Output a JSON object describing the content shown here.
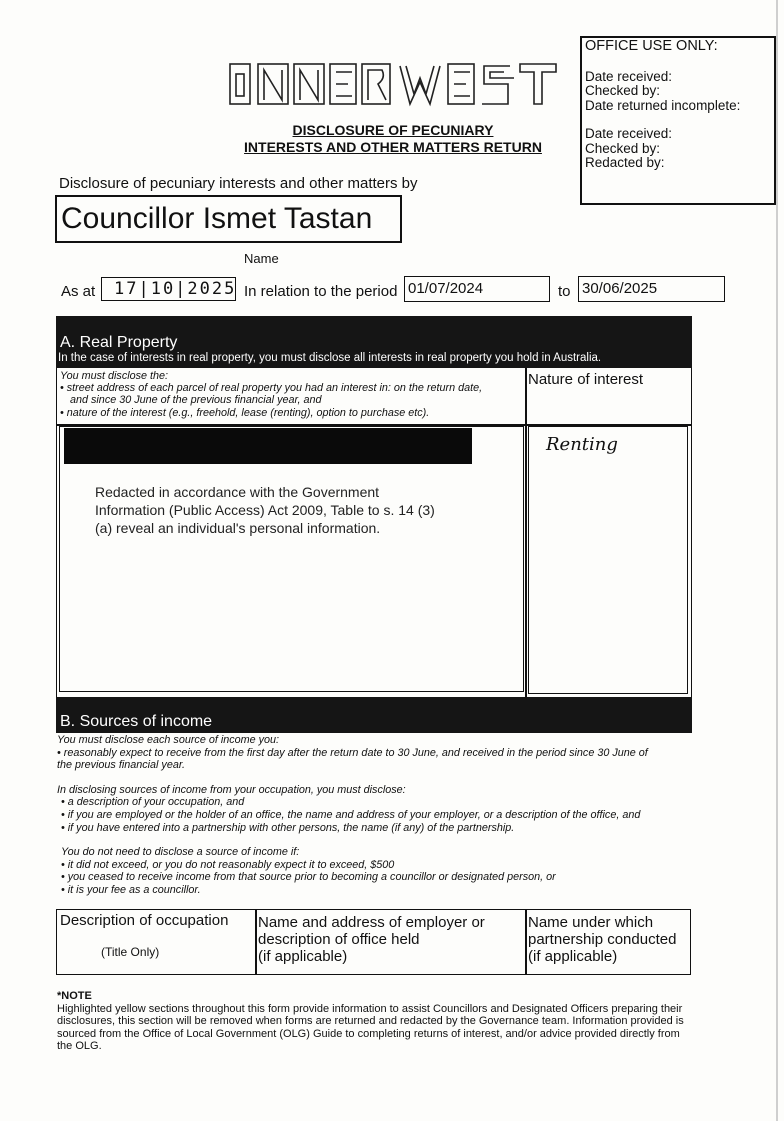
{
  "logo_text": "INNER WEST",
  "form_title_line1": "DISCLOSURE OF PECUNIARY",
  "form_title_line2": "INTERESTS AND OTHER MATTERS RETURN",
  "office": {
    "heading": "OFFICE USE ONLY:",
    "date_received_1": "Date received:",
    "checked_by_1": "Checked by:",
    "date_returned": "Date returned incomplete:",
    "date_received_2": "Date received:",
    "checked_by_2": "Checked by:",
    "redacted_by": "Redacted by:"
  },
  "disclosure_by_label": "Disclosure of pecuniary interests and other matters by",
  "councillor_name": "Councillor Ismet Tastan",
  "name_label": "Name",
  "as_at_label": "As at",
  "as_at_value": "17|10|2025",
  "period_label": "In relation to the period",
  "period_from": "01/07/2024",
  "to_label": "to",
  "period_to": "30/06/2025",
  "section_a": {
    "heading": "A. Real Property",
    "subheading": "In the case of interests in real property, you must disclose all interests in real property you hold in Australia.",
    "instr_1": "You must disclose the:",
    "instr_2": "• street address of each parcel of real property you had an interest in: on the return date,",
    "instr_3": "and since 30 June of the previous financial year, and",
    "instr_4": "• nature of the interest (e.g., freehold, lease (renting), option to purchase etc).",
    "col_nature": "Nature of interest",
    "redaction_note_1": "Redacted in accordance with the Government",
    "redaction_note_2": "Information (Public Access) Act 2009, Table to s. 14 (3)",
    "redaction_note_3": "(a) reveal an individual's personal information.",
    "nature_value": "Renting"
  },
  "section_b": {
    "heading": "B. Sources of income",
    "l1": "You must disclose each source of income you:",
    "l2": "• reasonably expect to receive from the first day after the return date to 30 June, and received in the period since 30 June of",
    "l3": "the previous financial year.",
    "l4": "In disclosing sources of income from your occupation, you must disclose:",
    "l5": "• a description of your occupation, and",
    "l6": "• if you are employed or the holder of an office, the name and address of your employer, or a description of the office, and",
    "l7": "• if you have entered into a partnership with other persons, the name (if any) of the partnership.",
    "l8": "You do not need to disclose a source of income if:",
    "l9": "• it did not exceed, or you do not reasonably expect it to exceed, $500",
    "l10": "• you ceased to receive income from that source prior to becoming a councillor or designated person, or",
    "l11": "• it is your fee as a councillor.",
    "col1": "Description of occupation",
    "col1_sub": "(Title Only)",
    "col2_l1": "Name and address of employer or",
    "col2_l2": "description of office held",
    "col2_l3": "(if applicable)",
    "col3_l1": "Name under which",
    "col3_l2": "partnership conducted",
    "col3_l3": "(if applicable)"
  },
  "note": {
    "heading": "*NOTE",
    "l1": "Highlighted yellow sections throughout this form provide information to assist Councillors and Designated Officers preparing their",
    "l2": "disclosures, this section will be removed when forms are returned and redacted by the Governance team. Information provided is",
    "l3": "sourced from the Office of Local Government (OLG) Guide to completing returns of interest, and/or advice provided directly from",
    "l4": "the OLG."
  }
}
